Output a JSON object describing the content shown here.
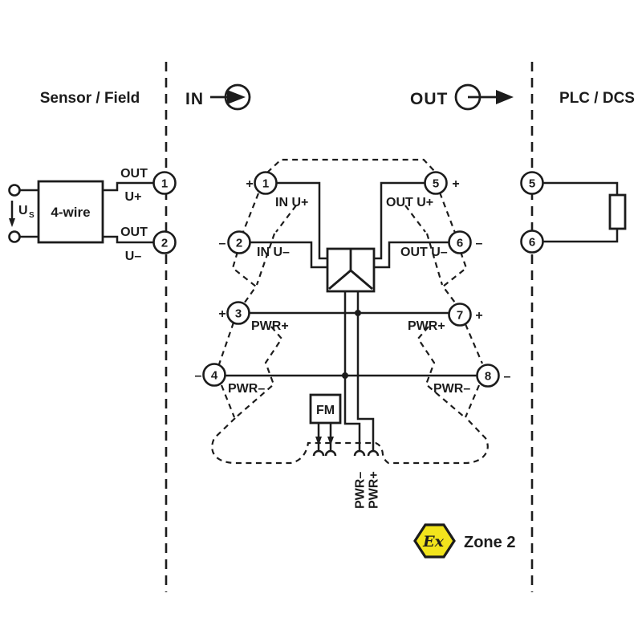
{
  "diagram": {
    "zones": {
      "sensor_field": "Sensor / Field",
      "in_label": "IN",
      "out_label": "OUT",
      "plc_dcs": "PLC / DCS"
    },
    "sensor": {
      "device": "4-wire",
      "voltage": "U",
      "voltage_sub": "S",
      "out_top_line1": "OUT",
      "out_top_line2": "U+",
      "out_bottom_line1": "OUT",
      "out_bottom_line2": "U–"
    },
    "field_terminals": {
      "t1": "1",
      "t2": "2"
    },
    "plc_terminals": {
      "t5": "5",
      "t6": "6"
    },
    "module": {
      "terminals": [
        {
          "num": "1",
          "sign": "+",
          "label": "IN U+"
        },
        {
          "num": "2",
          "sign": "–",
          "label": "IN U–"
        },
        {
          "num": "3",
          "sign": "+",
          "label": "PWR+"
        },
        {
          "num": "4",
          "sign": "–",
          "label": "PWR–"
        },
        {
          "num": "5",
          "sign": "+",
          "label": "OUT U+"
        },
        {
          "num": "6",
          "sign": "–",
          "label": "OUT U–"
        },
        {
          "num": "7",
          "sign": "+",
          "label": "PWR+"
        },
        {
          "num": "8",
          "sign": "–",
          "label": "PWR–"
        }
      ],
      "fm": "FM",
      "pwr_minus_vertical": "PWR–",
      "pwr_plus_vertical": "PWR+"
    },
    "ex": {
      "mark": "Ex",
      "zone": "Zone 2"
    },
    "colors": {
      "line": "#1c1c1c",
      "ex_yellow": "#f2e41c",
      "background": "#ffffff"
    }
  }
}
